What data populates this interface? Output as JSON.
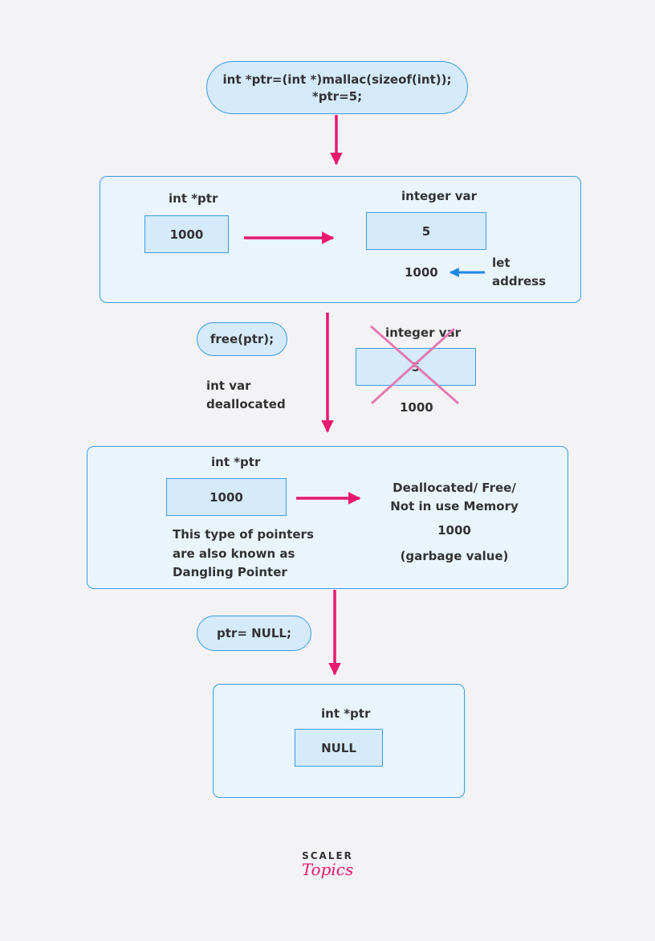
{
  "top_code": {
    "line1": "int *ptr=(int *)mallac(sizeof(int));",
    "line2": "*ptr=5;"
  },
  "step1": {
    "ptr_label": "int *ptr",
    "ptr_value": "1000",
    "var_label": "integer var",
    "var_value": "5",
    "var_address": "1000",
    "address_note_line1": "let",
    "address_note_line2": "address"
  },
  "free_call": "free(ptr);",
  "dealloc_note_line1": "int var",
  "dealloc_note_line2": "deallocated",
  "freed_var": {
    "label": "integer var",
    "value": "5",
    "address": "1000"
  },
  "step2": {
    "ptr_label": "int *ptr",
    "ptr_value": "1000",
    "memory_line1": "Deallocated/ Free/",
    "memory_line2": "Not in use Memory",
    "memory_address": "1000",
    "memory_note": "(garbage value)",
    "dangling_line1": "This type of pointers",
    "dangling_line2": "are also known as",
    "dangling_line3": "Dangling Pointer"
  },
  "null_call": "ptr= NULL;",
  "step3": {
    "ptr_label": "int *ptr",
    "ptr_value": "NULL"
  },
  "logo": {
    "line1": "SCALER",
    "line2": "Topics"
  },
  "colors": {
    "box_border": "#3d9be9",
    "box_fill": "#d5eafa",
    "panel_fill": "#eaf4fc",
    "flow_arrow": "#e8196e",
    "address_arrow": "#1e88e5",
    "cross": "#e57ab0"
  }
}
